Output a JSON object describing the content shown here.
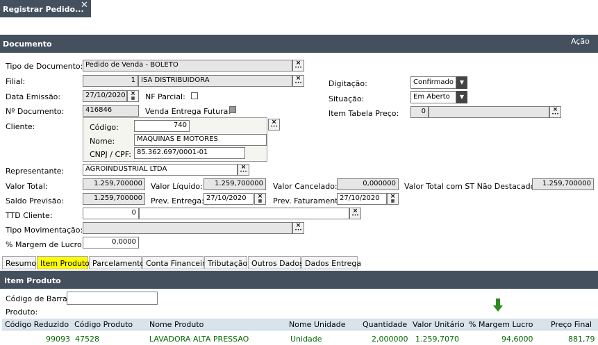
{
  "window_tab": {
    "title": "Registrar Pedido...",
    "close": "✕"
  },
  "documento": {
    "title": "Documento",
    "acao": "Ação",
    "tipo_documento": {
      "label": "Tipo de Documento:",
      "value": "Pedido de Venda - BOLETO"
    },
    "filial": {
      "label": "Filial:",
      "code": "1",
      "value": "ISA DISTRIBUIDORA"
    },
    "data_emissao": {
      "label": "Data Emissão:",
      "value": "27/10/2020"
    },
    "nf_parcial": {
      "label": "NF Parcial:"
    },
    "numero_documento": {
      "label": "Nº Documento:",
      "value": "416846"
    },
    "venda_entrega_futura": {
      "label": "Venda Entrega Futura:"
    },
    "digitacao": {
      "label": "Digitação:",
      "value": "Confirmado"
    },
    "situacao": {
      "label": "Situação:",
      "value": "Em Aberto"
    },
    "item_tabela_preco": {
      "label": "Item Tabela Preço:",
      "value": "0"
    },
    "cliente": {
      "label": "Cliente:",
      "codigo_label": "Código:",
      "codigo": "740",
      "nome_label": "Nome:",
      "nome": "MAQUINAS E MOTORES",
      "cnpj_label": "CNPJ / CPF:",
      "cnpj": "85.362.697/0001-01"
    },
    "representante": {
      "label": "Representante:",
      "value": "AGROINDUSTRIAL LTDA"
    },
    "valor_total": {
      "label": "Valor Total:",
      "value": "1.259,700000"
    },
    "valor_liquido": {
      "label": "Valor Líquido:",
      "value": "1.259,700000"
    },
    "valor_cancelado": {
      "label": "Valor Cancelado:",
      "value": "0,000000"
    },
    "valor_total_st": {
      "label": "Valor Total com ST Não Destacado:",
      "value": "1.259,700000"
    },
    "saldo_previsao": {
      "label": "Saldo Previsão:",
      "value": "1.259,700000"
    },
    "prev_entrega": {
      "label": "Prev. Entrega:",
      "value": "27/10/2020"
    },
    "prev_faturamento": {
      "label": "Prev. Faturamento:",
      "value": "27/10/2020"
    },
    "ttd_cliente": {
      "label": "TTD Cliente:",
      "value": "0"
    },
    "tipo_movimentacao": {
      "label": "Tipo Movimentação:",
      "value": ""
    },
    "margem_lucro": {
      "label": "% Margem de Lucro:",
      "value": "0,0000"
    }
  },
  "tabs": [
    "Resumo",
    "Item Produto",
    "Parcelamento",
    "Conta Financeira",
    "Tributação",
    "Outros Dados",
    "Dados Entrega"
  ],
  "active_tab": "Item Produto",
  "item_produto": {
    "title": "Item Produto",
    "codigo_barras_label": "Código de Barras:",
    "codigo_barras_value": "",
    "produto_label": "Produto:",
    "columns": [
      "Código Reduzido",
      "Código Produto",
      "Nome Produto",
      "Nome Unidade",
      "Quantidade",
      "Valor Unitário",
      "% Margem Lucro",
      "Preço Final"
    ],
    "rows": [
      [
        "99093",
        "47528",
        "LAVADORA ALTA PRESSAO",
        "Unidade",
        "2,000000",
        "1.259,7070",
        "94,6000",
        "881,79"
      ]
    ]
  },
  "colors": {
    "header_bar": "#44505e",
    "active_tab": "#ffff00",
    "row_text": "#006600",
    "sort_arrow": "#2e8b20"
  },
  "icons": {
    "lookup": "dots-lookup-icon",
    "clear": "clear-x-icon",
    "calendar": "calendar-icon",
    "dropdown": "chevron-down-icon",
    "sort": "arrow-down-icon"
  }
}
